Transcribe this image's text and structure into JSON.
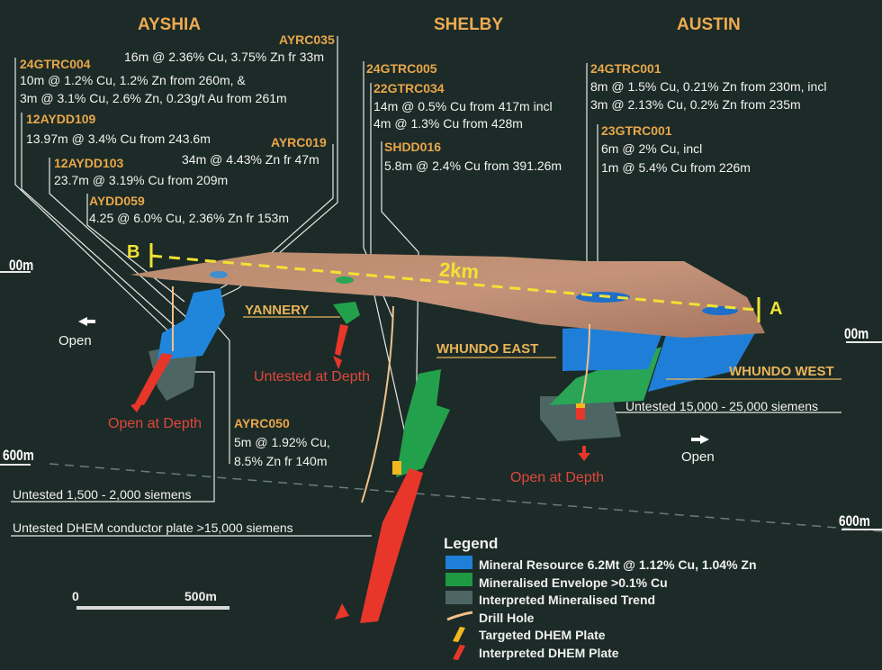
{
  "regions": {
    "ayshia": "AYSHIA",
    "shelby": "SHELBY",
    "austin": "AUSTIN"
  },
  "drillholes": {
    "ayrc035": {
      "id": "AYRC035",
      "lines": [
        "16m @ 2.36% Cu, 3.75% Zn fr 33m"
      ]
    },
    "24gtrc004": {
      "id": "24GTRC004",
      "lines": [
        "10m @ 1.2% Cu, 1.2% Zn from 260m, &",
        "3m @ 3.1% Cu, 2.6% Zn, 0.23g/t Au from 261m"
      ]
    },
    "12aydd109": {
      "id": "12AYDD109",
      "lines": [
        "13.97m @ 3.4% Cu from 243.6m"
      ]
    },
    "ayrc019": {
      "id": "AYRC019",
      "lines": [
        "34m @ 4.43% Zn fr 47m"
      ]
    },
    "12aydd103": {
      "id": "12AYDD103",
      "lines": [
        "23.7m @ 3.19% Cu from 209m"
      ]
    },
    "aydd059": {
      "id": "AYDD059",
      "lines": [
        "4.25 @ 6.0% Cu, 2.36% Zn fr 153m"
      ]
    },
    "24gtrc005": {
      "id": "24GTRC005"
    },
    "22gtrc034": {
      "id": "22GTRC034",
      "lines": [
        "14m @ 0.5% Cu from 417m incl",
        "4m @ 1.3% Cu from 428m"
      ]
    },
    "shdd016": {
      "id": "SHDD016",
      "lines": [
        "5.8m @ 2.4% Cu from 391.26m"
      ]
    },
    "24gtrc001": {
      "id": "24GTRC001",
      "lines": [
        "8m @ 1.5% Cu, 0.21% Zn from 230m, incl",
        "3m @ 2.13% Cu, 0.2% Zn from 235m"
      ]
    },
    "23gtrc001": {
      "id": "23GTRC001",
      "lines": [
        "6m @ 2% Cu, incl",
        "1m @ 5.4% Cu from 226m"
      ]
    },
    "ayrc050": {
      "id": "AYRC050",
      "lines": [
        "5m @ 1.92% Cu,",
        "8.5% Zn fr 140m"
      ]
    }
  },
  "section": {
    "start": "B",
    "end": "A",
    "length": "2km"
  },
  "depths": {
    "surface": "00m",
    "deep": "600m"
  },
  "deposits": {
    "yannery": "YANNERY",
    "whundo_east": "WHUNDO EAST",
    "whundo_west": "WHUNDO WEST"
  },
  "annotations": {
    "open": "Open",
    "open_at_depth": "Open at Depth",
    "untested_at_depth": "Untested at Depth",
    "untested_low": "Untested 1,500 - 2,000 siemens",
    "untested_dhem": "Untested DHEM conductor plate >15,000 siemens",
    "untested_high": "Untested  15,000 - 25,000 siemens"
  },
  "legend": {
    "title": "Legend",
    "items": [
      {
        "label": "Mineral Resource 6.2Mt @ 1.12% Cu, 1.04% Zn",
        "color": "#1f7fd8"
      },
      {
        "label": "Mineralised Envelope >0.1% Cu",
        "color": "#1f9a44"
      },
      {
        "label": "Interpreted Mineralised Trend",
        "color": "#4d6563"
      },
      {
        "label": "Drill Hole",
        "color": "#f3c08a"
      },
      {
        "label": "Targeted DHEM Plate",
        "color": "#f2b820"
      },
      {
        "label": "Interpreted  DHEM Plate",
        "color": "#e8362b"
      }
    ]
  },
  "scale": {
    "start": "0",
    "end": "500m"
  }
}
